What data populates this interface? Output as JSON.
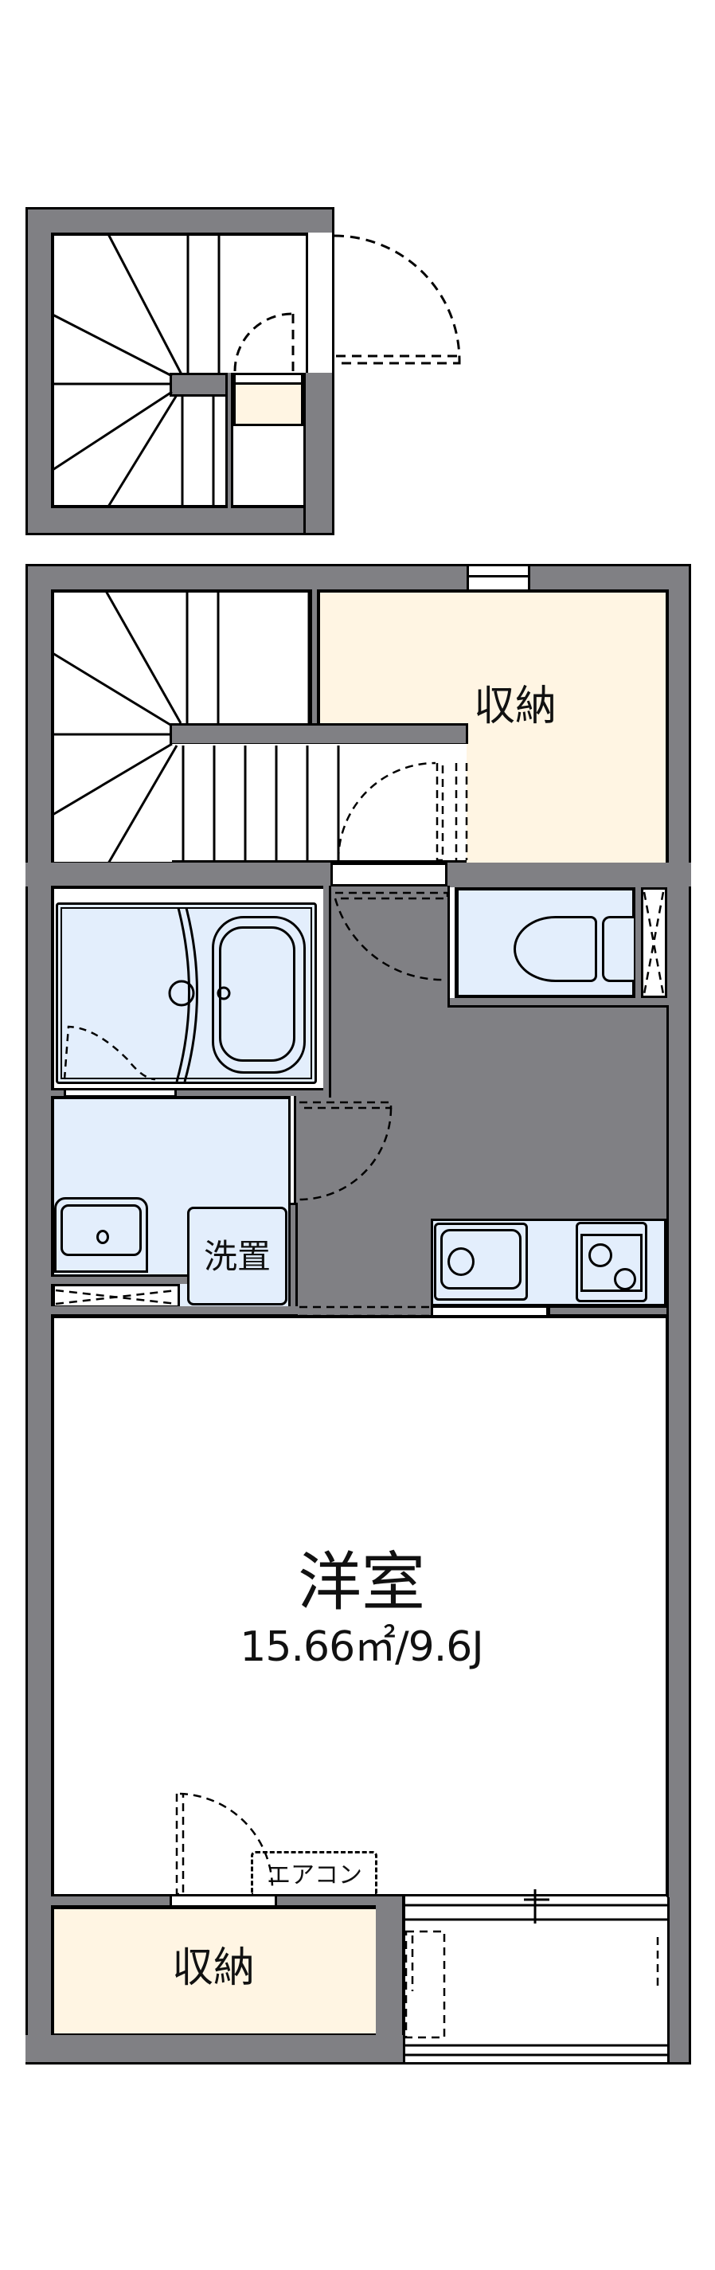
{
  "floorplan": {
    "rooms": {
      "western_room": {
        "label": "洋室",
        "area": "15.66㎡/9.6J"
      },
      "storage_upper": {
        "label": "収納"
      },
      "storage_lower": {
        "label": "収納"
      },
      "washing_machine": {
        "label": "洗置"
      },
      "air_conditioner": {
        "label": "エアコン"
      }
    },
    "colors": {
      "wall": "#808084",
      "storage": "#fff5e3",
      "wet_area": "#e3eefc",
      "line": "#000000"
    }
  }
}
